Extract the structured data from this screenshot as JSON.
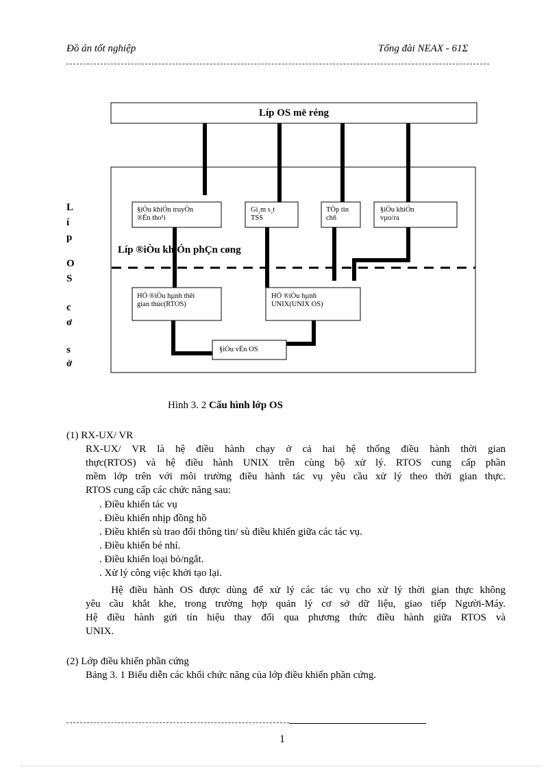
{
  "header": {
    "left": "Đồ án tốt nghiệp",
    "right": "Tổng đài NEAX - 61Σ"
  },
  "diagram": {
    "top_layer": "Líp OS më réng",
    "basic_layer_letters": [
      "L",
      "í",
      "p",
      "O",
      "S",
      "c",
      "ơ",
      "s",
      "ở"
    ],
    "hw_layer": "Líp ®iÒu   khiÓn phÇn cøng",
    "boxes": {
      "call_line1": "§iÒu khiÓn truyÒn",
      "call_line2": "®Én tho¹i",
      "tss_line1": "Gi¸m s¸t",
      "tss_line2": "TSS",
      "file_line1": "TÖp tin",
      "file_line2": "chñ",
      "io_line1": "§iÒu khiÓn",
      "io_line2": "vµo/ra",
      "rtos_line1": "HÖ ®iÒu hµnh thêi",
      "rtos_line2": "gian thùc(RTOS)",
      "unix_line1": "HÖ ®iÒu hµnh",
      "unix_line2": "UNIX(UNIX OS)",
      "osctl": "§iÒu vËn OS"
    }
  },
  "caption": {
    "prefix": "Hình 3. 2 ",
    "bold": "Cấu hình lớp OS"
  },
  "section1": {
    "heading": "(1) RX-UX/ VR",
    "lines": [
      "RX-UX/ VR là hệ điều hành chạy ở cả hai hệ thống điều hành thời gian",
      "thực(RTOS) và hệ điều hành UNIX trên cùng bộ xử lý. RTOS cung cấp phần",
      "mềm lớp trên với môi trường điều hành tác vụ yêu cầu xử lý theo thời gian thực.",
      "RTOS cung cấp các chức năng sau:"
    ],
    "bullets": [
      ". Điều khiển tác vụ",
      ". Điều khiển nhịp đồng hồ",
      ". Điều khiển sù trao đổi thông tin/ sù điều khiển giữa  các tác vụ.",
      ". Điều khiển bé nhí.",
      ". Điều khiển loại bỏ/ngắt.",
      ". Xử lý công việc khởi tạo lại."
    ],
    "para2": [
      "    Hệ điều hành OS được dùng để xử lý các tác vụ cho xử lý thời gian thực không",
      "yêu cầu khắt khe, trong trường hợp quản lý cơ sở dữ liệu, giao tiếp Người-Máy.",
      "Hệ điều hành gửi tín hiệu thay đổi qua phương thức điều hành giữa RTOS và",
      "UNIX."
    ]
  },
  "section2": {
    "heading": "(2) Lớp điều khiển phần cứng",
    "line": "Bảng 3. 1 Biểu diễn các khối chức năng của lớp điều khiển phần cứng."
  },
  "footer": {
    "page": "1"
  }
}
